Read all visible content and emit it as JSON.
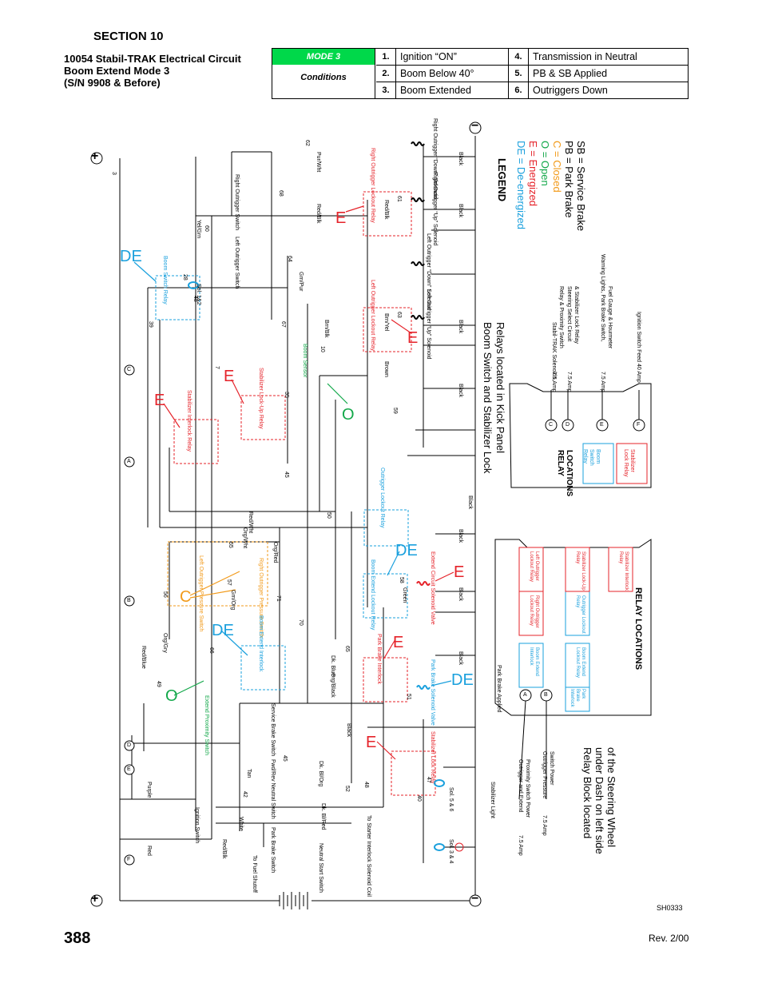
{
  "header": {
    "section": "SECTION 10",
    "title_line1": "10054 Stabil-TRAK Electrical Circuit",
    "title_line2": "Boom Extend Mode 3",
    "title_line3": "(S/N 9908 & Before)"
  },
  "conditions": {
    "mode": "MODE 3",
    "label": "Conditions",
    "items": [
      {
        "num": "1.",
        "text": "Ignition “ON”"
      },
      {
        "num": "2.",
        "text": "Boom Below 40°"
      },
      {
        "num": "3.",
        "text": "Boom Extended"
      },
      {
        "num": "4.",
        "text": "Transmission in Neutral"
      },
      {
        "num": "5.",
        "text": "PB & SB Applied"
      },
      {
        "num": "6.",
        "text": "Outriggers Down"
      }
    ]
  },
  "legend": {
    "title": "LEGEND",
    "items": [
      {
        "text": "DE  =  De-energized",
        "color": "#1aa0dd"
      },
      {
        "text": "E  =  Energized",
        "color": "#e5232a"
      },
      {
        "text": "O  =  Open",
        "color": "#13a84a"
      },
      {
        "text": "C  =  Closed",
        "color": "#f29a1a"
      },
      {
        "text": "PB  =  Park Brake",
        "color": "#000000"
      },
      {
        "text": "SB  =  Service Brake",
        "color": "#000000"
      }
    ]
  },
  "kick_panel": {
    "caption_line1": "Boom Switch and Stabilizer Lock",
    "caption_line2": "Relays located in Kick Panel",
    "relay_title_line1": "RELAY",
    "relay_title_line2": "LOCATIONS",
    "fuses": [
      {
        "amp": "7.5 Amp",
        "desc_line1": "Stabil-TRAK Solenoids,",
        "desc_line2": "Relay & Proximity Switch"
      },
      {
        "amp": "7.5 Amp",
        "desc_line1": "Steering Select Circuit",
        "desc_line2": "& Stabilizer Lock Relay"
      },
      {
        "amp": "7.5 Amp",
        "desc_line1": "Warning Lights, Park Brake Switch,",
        "desc_line2": "Fuel Gauge & Hourmeter"
      },
      {
        "amp": "40 Amp",
        "desc_line1": "Ignition Switch Feed",
        "desc_line2": ""
      }
    ],
    "fuse_letters": [
      "C",
      "D",
      "E",
      "F"
    ],
    "relays": [
      "Boom Switch Relay",
      "Stabilizer Lock Relay"
    ]
  },
  "dash_block": {
    "caption_line1": "Relay Block located",
    "caption_line2": "under Dash on left side",
    "caption_line3": "of the Steering Wheel",
    "relay_title": "RELAY LOCATIONS",
    "fuses": [
      {
        "amp": "7.5 Amp",
        "desc_line1": "Outrigger and Extend",
        "desc_line2": "Proximity Switch Power"
      },
      {
        "amp": "7.5 Amp",
        "desc_line1": "Outrigger Pressure",
        "desc_line2": "Switch Power"
      }
    ],
    "fuse_letters": [
      "A",
      "B"
    ],
    "relays_red": [
      "Left Outrigger Lockout Relay",
      "Stabilizer Lock-Up Relay",
      "Stabilizer Interlock Relay",
      "Right Outrigger Lockout Relay"
    ],
    "relays_blue": [
      "Outrigger Lockout Relay",
      "Boom Extend Interlock",
      "Boom Extend Lockout Relay",
      "Park Brake Interlock"
    ]
  },
  "components": {
    "right_outrigger_down_solenoid": "Right Outrigger “Down” Solenoid",
    "right_outrigger_up_solenoid": "Right Outrigger “Up” Solenoid",
    "left_outrigger_down_solenoid": "Left Outrigger “Down” Solenoid",
    "left_outrigger_up_solenoid": "Left Outrigger “Up” Solenoid",
    "right_outrigger_switch": "Right Outrigger Switch",
    "left_outrigger_switch": "Left Outrigger Switch",
    "right_outrigger_lockout_relay": "Right Outrigger Lockout Relay",
    "left_outrigger_lockout_relay": "Left Outrigger Lockout Relay",
    "boom_switch_relay": "Boom Switch Relay",
    "sol_1_2": "Sol. 1&2",
    "boom_sensor": "Boom Sensor",
    "stabilizer_lockup_relay": "Stabilizer Lock-Up Relay",
    "stabilizer_interlock_relay": "Stabilizer Interlock Relay",
    "outrigger_lockout_relay": "Outrigger Lockout Relay",
    "boom_extend_lockout_relay": "Boom Extend Lockout Relay",
    "extend_circuit_solenoid_valve": "Extend Circuit Solenoid Valve",
    "left_outrigger_pressure_switch": "Left Outrigger Pressure Switch",
    "right_outrigger_pressure_switch": "Right Outrigger Pressure Switch",
    "boom_extend_interlock": "Boom Extend Interlock",
    "park_brake_interlock": "Park Brake Interlock",
    "park_brake_solenoid_valve": "Park Brake Solenoid Valve",
    "park_brake_applied": "Park Brake Applied",
    "extend_proximity_switch": "Extend Proximity Switch",
    "service_brake_switch": "Service Brake Switch",
    "stabilizer_lock_relay": "Stabilizer Lock Relay",
    "sol_5_6": "Sol. 5 & 6",
    "sol_3_4": "Sol. 3 & 4",
    "stabilizer_light": "Stabilizer Light",
    "ignition_switch": "Ignition Switch",
    "fwd_rev_neutral_switch": "Fwd/Rev Neutral Switch",
    "park_brake_switch": "Park Brake Switch",
    "neutral_start_switch": "Neutral Start Switch",
    "to_fuel_shutoff": "To Fuel Shutoff",
    "to_starter_interlock": "To Starter Interlock Solenoid Coil"
  },
  "wires": {
    "pur_wht": "Pur/Wht",
    "red_blk": "Red/Blk",
    "yel_grn": "Yel/Grn",
    "grn_pur": "Grn/Pur",
    "brn_blk": "Brn/Blk",
    "brown": "Brown",
    "red_wht": "Red/Wht",
    "org_wht": "Org/Wht",
    "org_red": "Org/Red",
    "grn_org": "Grn/Org",
    "org_gry": "Org/Gry",
    "red_blue": "Red/Blue",
    "dk_blue": "Dk. Blue",
    "org_blk": "Org/Black",
    "purple": "Purple",
    "white": "White",
    "tan": "Tan",
    "dk_bl_org": "Dk. Bl/Org",
    "dk_bl_red": "Dk. Bl/Red",
    "red": "Red",
    "red_blk2": "Red/Blk",
    "black": "Black",
    "green": "Green",
    "brn_yel": "Brn/Yel"
  },
  "wire_numbers": [
    "3",
    "62",
    "68",
    "60",
    "61",
    "64",
    "28",
    "48",
    "39",
    "67",
    "63",
    "10",
    "35",
    "7",
    "59",
    "45",
    "50",
    "58",
    "55",
    "57",
    "56",
    "71",
    "70",
    "65",
    "66",
    "49",
    "51",
    "2",
    "42",
    "45",
    "52",
    "48",
    "47",
    "40"
  ],
  "status": {
    "DE": "DE",
    "E": "E",
    "O": "O",
    "C": "C"
  },
  "terminals": [
    "A",
    "B",
    "C",
    "D",
    "E",
    "F"
  ],
  "polarity": {
    "plus": "+",
    "minus": "−"
  },
  "footer": {
    "page": "388",
    "rev": "Rev. 2/00",
    "figure_id": "SH0333"
  },
  "colors": {
    "de_blue": "#1aa0dd",
    "energized_red": "#e5232a",
    "open_green": "#13a84a",
    "closed_orange": "#f29a1a",
    "mode_green": "#00d84a"
  }
}
